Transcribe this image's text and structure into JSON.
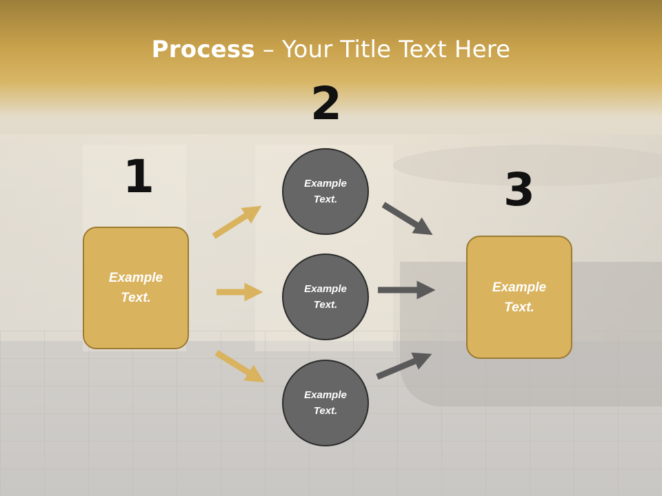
{
  "title": {
    "bold": "Process",
    "separator": " – ",
    "rest": "Your Title Text Here"
  },
  "steps": [
    {
      "number": "1",
      "label_line1": "Example",
      "label_line2": "Text."
    },
    {
      "number": "2"
    },
    {
      "number": "3",
      "label_line1": "Example",
      "label_line2": "Text."
    }
  ],
  "circles": [
    {
      "line1": "Example",
      "line2": "Text."
    },
    {
      "line1": "Example",
      "line2": "Text."
    },
    {
      "line1": "Example",
      "line2": "Text."
    }
  ],
  "colors": {
    "gold": "#d9b35e",
    "gold_border": "#9b7a33",
    "gray": "#666666",
    "arrow_gold": "#d9b35e",
    "arrow_gray": "#5a5a5a"
  },
  "icons": {
    "arrow_left_group": "arrow-right-icon",
    "arrow_right_group": "arrow-right-icon"
  }
}
